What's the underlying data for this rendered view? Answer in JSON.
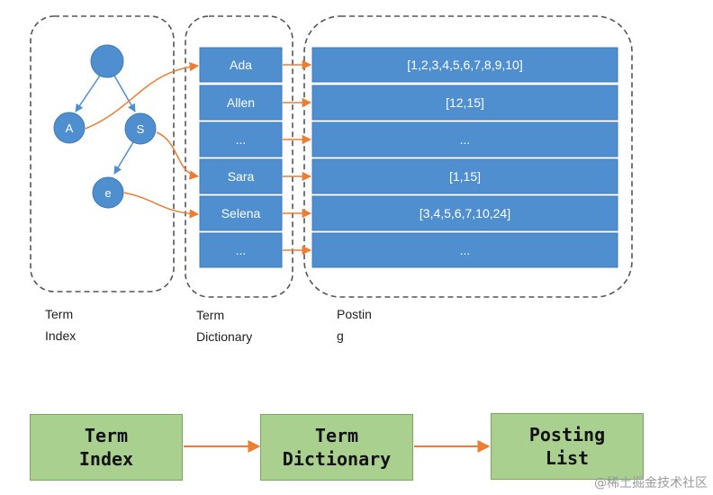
{
  "colors": {
    "blue": "#4f8fd0",
    "blue_border": "#3f7ab8",
    "orange_arrow": "#ed7d31",
    "dashed_border": "#555555",
    "flow_green": "#a9d08e"
  },
  "term_index": {
    "nodes": {
      "root": "",
      "a": "A",
      "s": "S",
      "e": "e"
    },
    "caption": [
      "Term",
      "Index"
    ]
  },
  "term_dictionary": {
    "entries": [
      "Ada",
      "Allen",
      "...",
      "Sara",
      "Selena",
      "..."
    ],
    "caption": [
      "Term",
      "Dictionary"
    ]
  },
  "posting": {
    "entries": [
      "[1,2,3,4,5,6,7,8,9,10]",
      "[12,15]",
      "...",
      "[1,15]",
      "[3,4,5,6,7,10,24]",
      "..."
    ],
    "caption": [
      "Postin",
      "g"
    ]
  },
  "flow": {
    "boxes": [
      {
        "lines": [
          "Term",
          "Index"
        ]
      },
      {
        "lines": [
          "Term",
          "Dictionary"
        ]
      },
      {
        "lines": [
          "Posting",
          "List"
        ]
      }
    ]
  },
  "watermark": "@稀土掘金技术社区"
}
